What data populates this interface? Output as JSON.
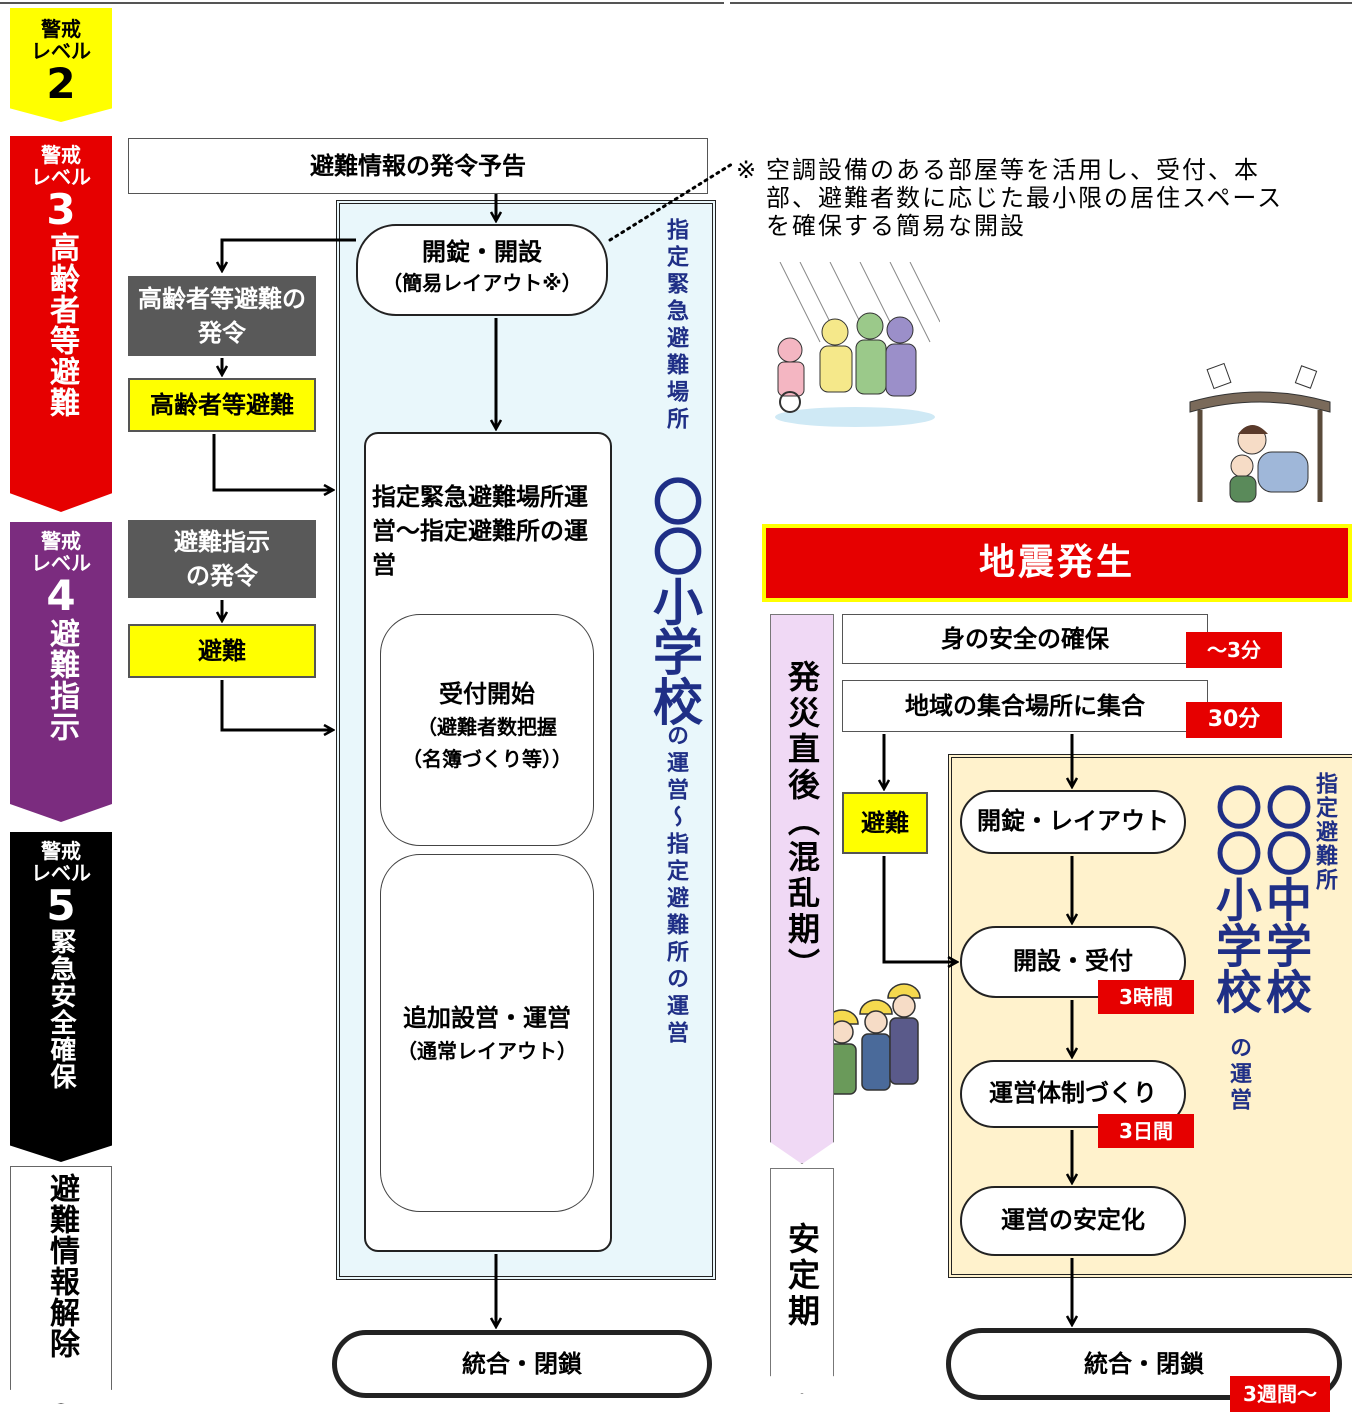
{
  "levels": {
    "l2": {
      "small": "警戒\nレベル",
      "num": "2"
    },
    "l3": {
      "small": "警戒\nレベル",
      "num": "3",
      "name": "高齢者等避難"
    },
    "l4": {
      "small": "警戒\nレベル",
      "num": "4",
      "name": "避難指示"
    },
    "l5": {
      "small": "警戒\nレベル",
      "num": "5",
      "name": "緊急安全確保"
    },
    "release": "避難情報解除"
  },
  "left_flow": {
    "announce": "避難情報の発令予告",
    "unlock_open": "開錠・開設",
    "simple_layout": "（簡易レイアウト※）",
    "elderly_order": "高齢者等避難の発令",
    "elderly_evac": "高齢者等避難",
    "evac_order": "避難指示の発令",
    "evac": "避難",
    "operation": "指定緊急避難場所運営～指定避難所の運営",
    "reception": "受付開始",
    "reception_sub1": "（避難者数把握",
    "reception_sub2": "（名簿づくり等））",
    "additional": "追加設営・運営",
    "additional_sub": "（通常レイアウト）",
    "close": "統合・閉鎖",
    "side_label_top": "指定緊急避難場所",
    "side_label_school": "〇〇小学校",
    "side_label_bottom": "の運営～指定避難所の運営"
  },
  "note": {
    "mark": "※",
    "text": "空調設備のある部屋等を活用し、受付、本部、避難者数に応じた最小限の居住スペースを確保する簡易な開設"
  },
  "earthquake": {
    "title": "地震発生",
    "phase_early": "発災直後（混乱期）",
    "phase_stable": "安定期",
    "safety": "身の安全の確保",
    "safety_time": "～3分",
    "gather": "地域の集合場所に集合",
    "gather_time": "30分",
    "evac": "避難",
    "unlock_layout": "開錠・レイアウト",
    "open_reception": "開設・受付",
    "open_time": "3時間",
    "setup": "運営体制づくり",
    "setup_time": "3日間",
    "stabilize": "運営の安定化",
    "close": "統合・閉鎖",
    "close_time": "3週間～",
    "side_label_top": "指定避難所",
    "side_school_1": "〇〇小学校",
    "side_school_2": "〇〇中学校",
    "side_label_bottom": "の運営"
  },
  "colors": {
    "level2": "#ffff00",
    "level3": "#e60000",
    "level4": "#7b2c7f",
    "level5": "#000000",
    "red_tag": "#e60000",
    "shelter_blue": "#e9f7fb",
    "shelter_cream": "#fff2cc",
    "phase_purple": "#f0d9f5",
    "school_blue": "#1f2f86"
  },
  "icons": [
    "rain-evacuees-illustration",
    "under-table-illustration",
    "helmet-group-illustration",
    "meeting-illustration"
  ]
}
